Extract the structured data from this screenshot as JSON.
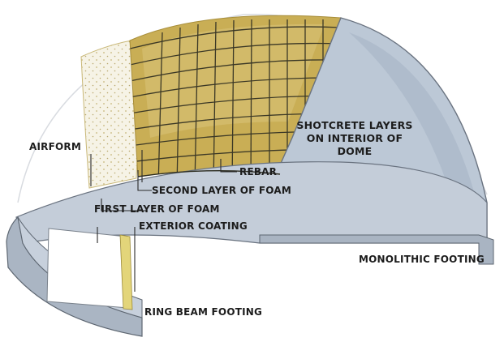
{
  "labels": {
    "airform": "AIRFORM",
    "rebar": "REBAR",
    "second_foam": "SECOND LAYER OF FOAM",
    "first_foam": "FIRST LAYER OF FOAM",
    "exterior_coating": "EXTERIOR COATING",
    "shotcrete_line1": "SHOTCRETE LAYERS",
    "shotcrete_line2": "ON INTERIOR OF DOME",
    "monolithic_footing": "MONOLITHIC FOOTING",
    "ring_beam_footing": "RING BEAM FOOTING"
  },
  "colors": {
    "background": "#ffffff",
    "shotcrete": "#bcc8d6",
    "shotcrete_shadow": "#9eabba",
    "foam": "#c9ae55",
    "foam_light": "#dcc680",
    "airform": "#f4f1e4",
    "rebar": "#3a3a2a",
    "outline": "#5a5f66",
    "floor": "#c3ccd8",
    "footing": "#aab5c3"
  }
}
